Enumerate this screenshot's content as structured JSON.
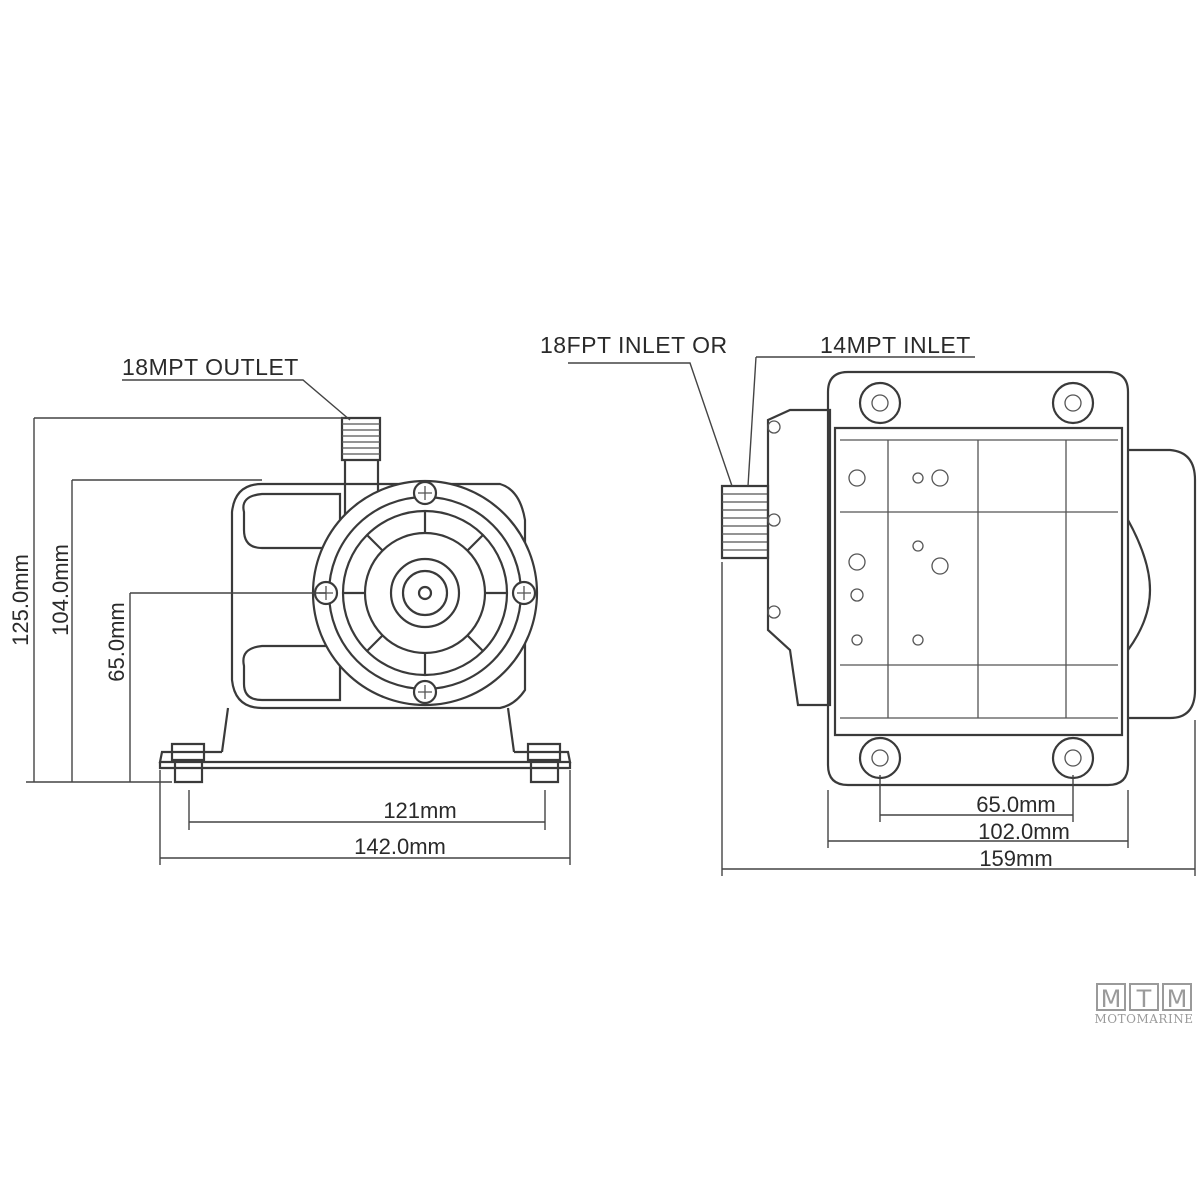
{
  "labels": {
    "outlet": "18MPT OUTLET",
    "inlet_fpt": "18FPT INLET OR",
    "inlet_mpt": "14MPT INLET"
  },
  "dimensions": {
    "height_total": "125.0mm",
    "height_body": "104.0mm",
    "height_center": "65.0mm",
    "base_holes": "121mm",
    "base_width": "142.0mm",
    "side_holes": "65.0mm",
    "side_body": "102.0mm",
    "side_total": "159mm"
  },
  "logo": {
    "letters": [
      "M",
      "T",
      "M"
    ],
    "name": "MOTOMARINE"
  }
}
